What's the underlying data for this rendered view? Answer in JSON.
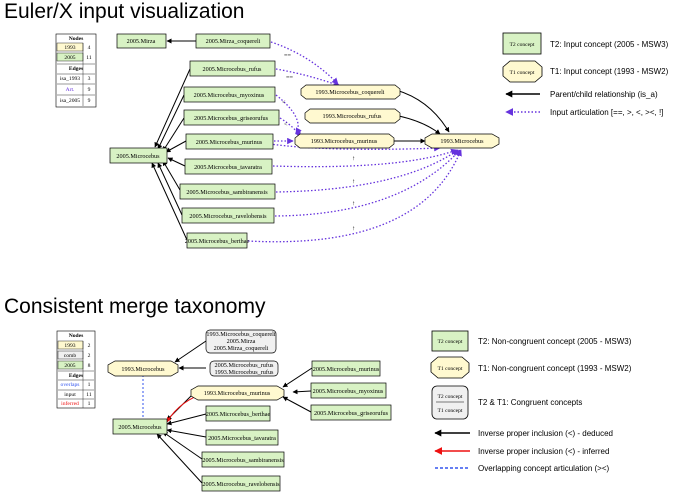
{
  "title1": "Euler/X input visualization",
  "title2": "Consistent merge taxonomy",
  "colors": {
    "t2_fill": "#d8f2c4",
    "t1_fill": "#fff9d0",
    "congruent_fill": "#f0f0f0",
    "arrow": "#000000",
    "articulation": "#6633dd",
    "inferred": "#ee1111",
    "overlap": "#3355ee"
  },
  "input": {
    "table": {
      "nodes_header": "Nodes",
      "nodes": [
        {
          "label": "1993",
          "count": "4"
        },
        {
          "label": "2005",
          "count": "11"
        }
      ],
      "edges_header": "Edges",
      "edges": [
        {
          "label": "isa_1993",
          "count": "3"
        },
        {
          "label": "Art.",
          "count": "9"
        },
        {
          "label": "isa_2005",
          "count": "9"
        }
      ]
    },
    "nodes2005": {
      "mirza": "2005.Mirza",
      "mirza_coq": "2005.Mirza_coquereli",
      "rufus": "2005.Microcebus_rufus",
      "myoxinus": "2005.Microcebus_myoxinus",
      "griseorufus": "2005.Microcebus_griseorufus",
      "murinus": "2005.Microcebus_murinus",
      "microcebus": "2005.Microcebus",
      "tavaratra": "2005.Microcebus_tavaratra",
      "sambiranensis": "2005.Microcebus_sambiranensis",
      "ravelobensis": "2005.Microcebus_ravelobensis",
      "berthae": "2005.Microcebus_berthae"
    },
    "nodes1993": {
      "coq": "1993.Microcebus_coquereli",
      "rufus": "1993.Microcebus_rufus",
      "murinus": "1993.Microcebus_murinus",
      "microcebus": "1993.Microcebus"
    },
    "art": {
      "eq1": "==",
      "eq2": "==",
      "lt1": "<",
      "lt2": "<",
      "up1": "↑",
      "up2": "↑",
      "up3": "↑",
      "up4": "↑"
    },
    "legend": {
      "t2_box": "T2 concept",
      "t2_text": "T2: Input concept (2005 - MSW3)",
      "t1_box": "T1 concept",
      "t1_text": "T1: Input concept (1993 - MSW2)",
      "parent_text": "Parent/child relationship (is_a)",
      "art_text": "Input articulation [==, >, <, ><, !]"
    }
  },
  "merge": {
    "table": {
      "nodes_header": "Nodes",
      "nodes": [
        {
          "label": "1993",
          "count": "2"
        },
        {
          "label": "comb",
          "count": "2"
        },
        {
          "label": "2005",
          "count": "8"
        }
      ],
      "edges_header": "Edges",
      "edges": [
        {
          "label": "overlaps",
          "count": "1"
        },
        {
          "label": "input",
          "count": "11"
        },
        {
          "label": "inferred",
          "count": "1"
        }
      ]
    },
    "comb1": [
      "1993.Microcebus_coquereli",
      "2005.Mirza",
      "2005.Mirza_coquereli"
    ],
    "comb2": [
      "2005.Microcebus_rufus",
      "1993.Microcebus_rufus"
    ],
    "m1993": "1993.Microcebus",
    "murinus1993": "1993.Microcebus_murinus",
    "microcebus": "2005.Microcebus",
    "murinus": "2005.Microcebus_murinus",
    "myoxinus": "2005.Microcebus_myoxinus",
    "griseorufus": "2005.Microcebus_griseorufus",
    "berthae": "2005.Microcebus_berthae",
    "tavaratra": "2005.Microcebus_tavaratra",
    "sambiranensis": "2005.Microcebus_sambiranensis",
    "ravelobensis": "2005.Microcebus_ravelobensis",
    "legend": {
      "t2_box": "T2 concept",
      "t2_text": "T2: Non-congruent concept (2005 - MSW3)",
      "t1_box": "T1 concept",
      "t1_text": "T1: Non-congruent concept (1993 - MSW2)",
      "cong_top": "T2 concept",
      "cong_bot": "T1 concept",
      "cong_text": "T2 & T1: Congruent concepts",
      "deduced_text": "Inverse proper inclusion (<) - deduced",
      "inferred_text": "Inverse proper inclusion (<) - inferred",
      "overlap_text": "Overlapping concept articulation (><)"
    }
  }
}
